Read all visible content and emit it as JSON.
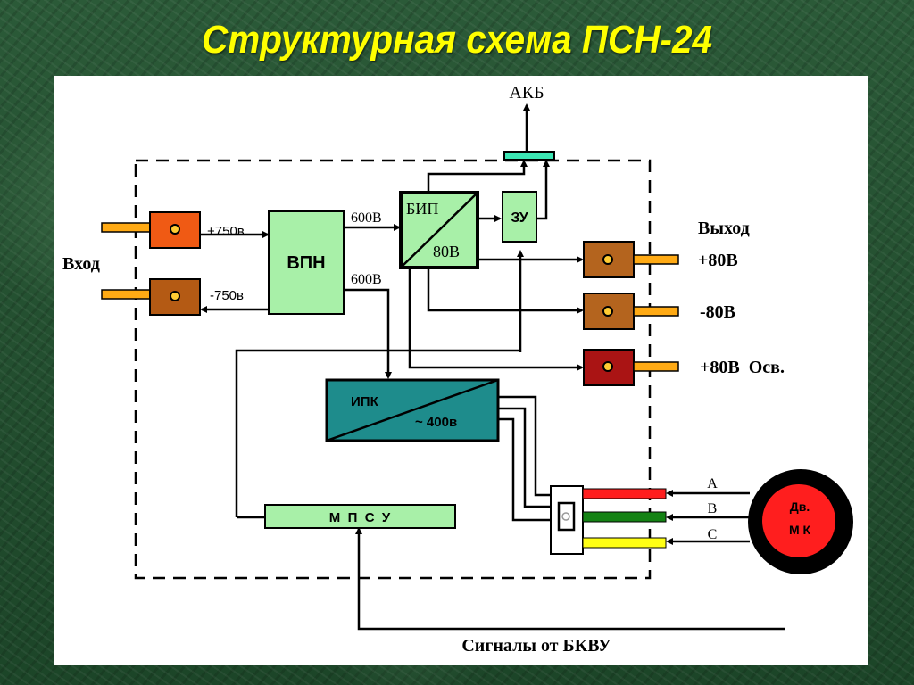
{
  "title": "Структурная схема ПСН-24",
  "colors": {
    "title": "#ffff00",
    "block_light_green": "#a8f0a8",
    "block_teal": "#1e8c8c",
    "connector_in_plus": "#f05a14",
    "connector_in_minus": "#b45a14",
    "connector_out": "#b4641e",
    "connector_out_light": "#aa1414",
    "pin": "#ffaa14",
    "akb_bar": "#3ce6b4",
    "phase_a": "#ff1e1e",
    "phase_b": "#148214",
    "phase_c": "#ffff14",
    "motor_outer": "#000000",
    "motor_inner": "#ff1e1e"
  },
  "labels": {
    "akb": "АКБ",
    "input": "Вход",
    "output": "Выход",
    "plus750": "+750в",
    "minus750": "-750в",
    "vpn": "ВПН",
    "v600_top": "600В",
    "v600_bottom": "600В",
    "bip": "БИП",
    "bip_80": "80В",
    "zu": "ЗУ",
    "out_plus80": "+80В",
    "out_minus80": "-80В",
    "out_plus80_light": "+80В  Осв.",
    "ipk": "ИПК",
    "ipk_400": "~ 400в",
    "mpsu": "М  П  С  У",
    "phase_a": "A",
    "phase_b": "B",
    "phase_c": "C",
    "motor_line1": "Дв.",
    "motor_line2": "М К",
    "signals": "Сигналы от БКВУ"
  }
}
